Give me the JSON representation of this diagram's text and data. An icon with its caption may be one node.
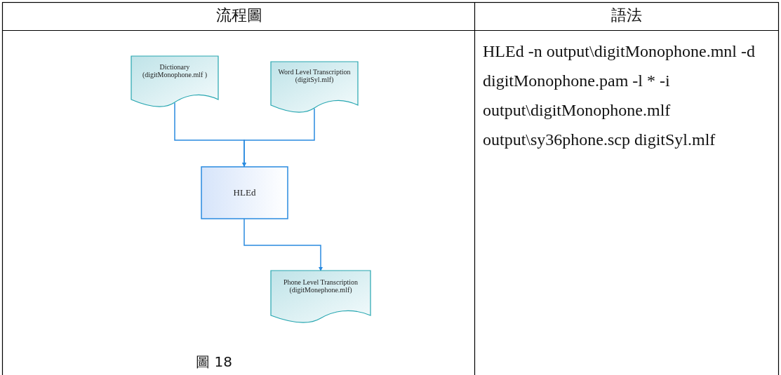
{
  "diagram": {
    "nodes": [
      {
        "text": [
          "Dictionary (digitMonophone.mlf )"
        ]
      },
      {
        "text": [
          "Word Level Transcription (digitSyl.mlf)"
        ]
      },
      {
        "text": [
          "HLEd"
        ]
      },
      {
        "text": [
          "Phone Level Transcription (digitMonephone.mlf)"
        ]
      }
    ],
    "edges": [
      {
        "from": 0,
        "to": 2,
        "arrow": "to"
      },
      {
        "from": 1,
        "to": 2,
        "arrow": "to"
      },
      {
        "from": 2,
        "to": 3,
        "arrow": "to"
      }
    ],
    "labels": [
      "流程圖",
      "語法",
      "圖 18",
      "HLEd -n output\\digitMonophone.mnl -d digitMonophone.pam -l * -i output\\digitMonophone.mlf output\\sy36phone.scp digitSyl.mlf"
    ]
  }
}
